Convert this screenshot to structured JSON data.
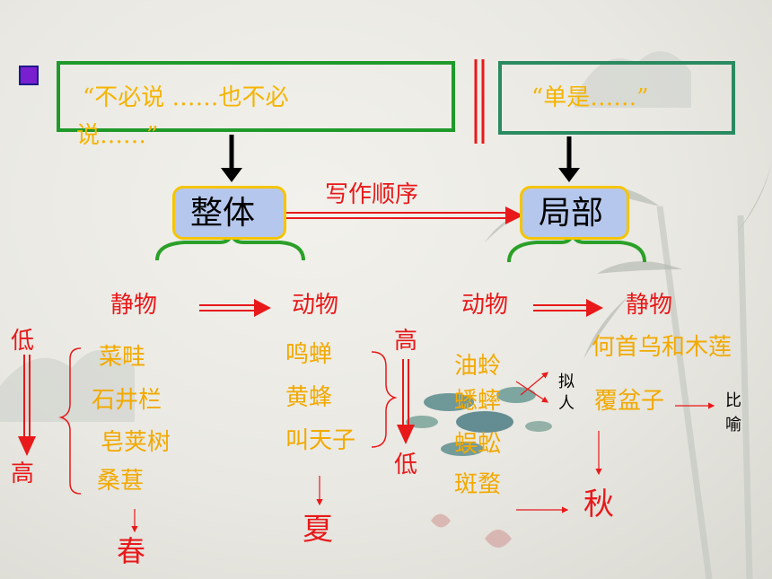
{
  "top": {
    "left_quote_line1": "“不必说  ……也不必",
    "left_quote_line2": "说……”",
    "right_quote": "“单是……”"
  },
  "boxes": {
    "whole": "整体",
    "part": "局部"
  },
  "order_label": "写作顺序",
  "section_headers": {
    "static1": "静物",
    "animal1": "动物",
    "animal2": "动物",
    "static2": "静物"
  },
  "side_labels": {
    "low_left": "低",
    "high_left": "高",
    "high_mid": "高",
    "low_mid": "低"
  },
  "col1_items": [
    "菜畦",
    "石井栏",
    "皂荚树",
    "桑葚"
  ],
  "col2_items": [
    "鸣蝉",
    "黄蜂",
    "叫天子"
  ],
  "col3_items": [
    "油蛉",
    "蟋蟀",
    "蜈蚣",
    "斑蝥"
  ],
  "col4_items": [
    "何首乌和木莲",
    "覆盆子"
  ],
  "notes": {
    "personify_1": "拟",
    "personify_2": "人",
    "metaphor_1": "比",
    "metaphor_2": "喻"
  },
  "seasons": {
    "spring": "春",
    "summer": "夏",
    "autumn": "秋"
  }
}
